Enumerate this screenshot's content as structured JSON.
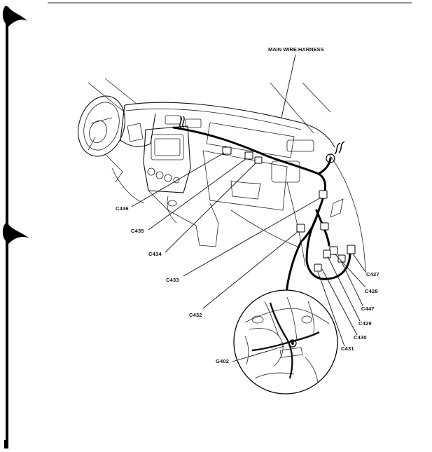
{
  "diagram": {
    "title": "MAIN WIRE HARNESS",
    "connectors": [
      {
        "id": "c436",
        "label": "C436"
      },
      {
        "id": "c435",
        "label": "C435"
      },
      {
        "id": "c434",
        "label": "C434"
      },
      {
        "id": "c433",
        "label": "C433"
      },
      {
        "id": "c432",
        "label": "C432"
      },
      {
        "id": "c427",
        "label": "C427"
      },
      {
        "id": "c428",
        "label": "C428"
      },
      {
        "id": "c447",
        "label": "C447"
      },
      {
        "id": "c429",
        "label": "C429"
      },
      {
        "id": "c430",
        "label": "C430"
      },
      {
        "id": "c431",
        "label": "C431"
      }
    ],
    "ground": {
      "label": "G402"
    }
  }
}
